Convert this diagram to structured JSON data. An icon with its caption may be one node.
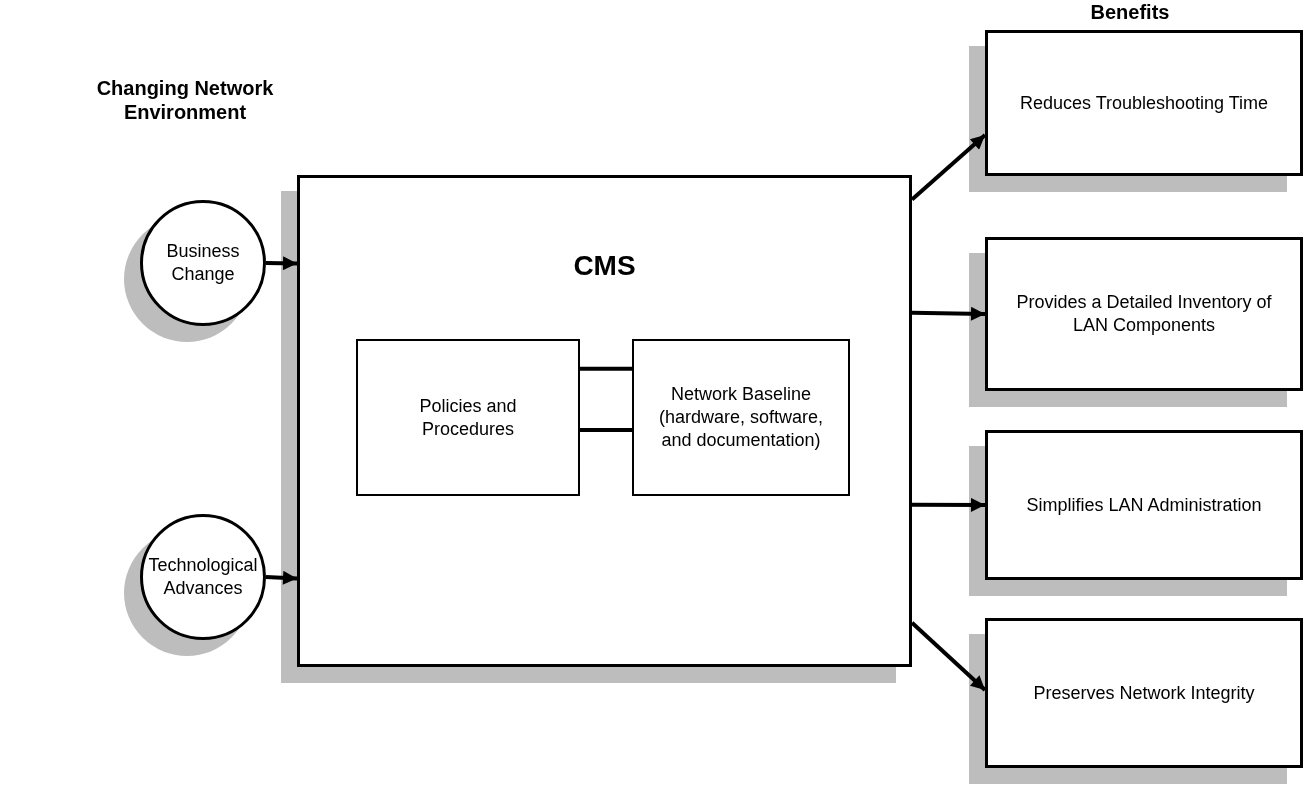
{
  "diagram": {
    "nodes": [
      {
        "text": [
          "CMS"
        ]
      },
      {
        "text": [
          "Policies and Procedures"
        ],
        "in": 0
      },
      {
        "text": [
          "Network Baseline (hardware, software, and documentation)"
        ],
        "in": 0
      },
      {
        "text": [
          "Business Change"
        ]
      },
      {
        "text": [
          "Technological Advances"
        ]
      },
      {
        "text": [
          "Reduces Troubleshooting Time"
        ]
      },
      {
        "text": [
          "Provides a Detailed Inventory of LAN Components"
        ]
      },
      {
        "text": [
          "Simplifies LAN Administration"
        ]
      },
      {
        "text": [
          "Preserves Network Integrity"
        ]
      }
    ],
    "edges": [
      {
        "from": 3,
        "to": 0,
        "arrow": "to"
      },
      {
        "from": 4,
        "to": 0,
        "arrow": "to"
      },
      {
        "from": 1,
        "to": 2,
        "arrow": "none"
      },
      {
        "from": 1,
        "to": 2,
        "arrow": "none"
      },
      {
        "from": 0,
        "to": 5,
        "arrow": "to"
      },
      {
        "from": 0,
        "to": 6,
        "arrow": "to"
      },
      {
        "from": 0,
        "to": 7,
        "arrow": "to"
      },
      {
        "from": 0,
        "to": 8,
        "arrow": "to"
      }
    ],
    "labels": [
      "Benefits",
      "Changing Network Environment"
    ]
  }
}
